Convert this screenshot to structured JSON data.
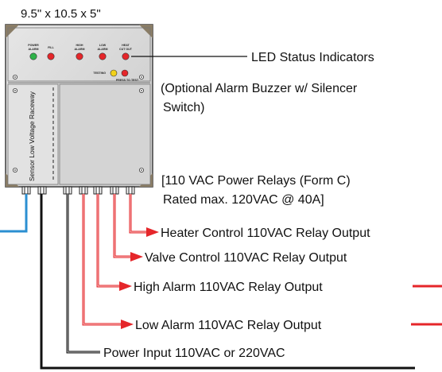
{
  "dimensions_label": "9.5\" x 10.5 x 5\"",
  "panel": {
    "leds": [
      {
        "label1": "POWER",
        "label2": "ALARM",
        "color": "#2fb34a"
      },
      {
        "label1": "FILL",
        "label2": "",
        "color": "#e5262a"
      },
      {
        "label1": "HIGH",
        "label2": "ALARM",
        "color": "#e5262a"
      },
      {
        "label1": "LOW",
        "label2": "ALARM",
        "color": "#e5262a"
      },
      {
        "label1": "HEAT",
        "label2": "CUT OUT",
        "color": "#e5262a"
      }
    ],
    "testing_label": "TESTING",
    "press_to_test_label": "PRESS TO TEST",
    "testing_led_color": "#f2d21b",
    "test_button_color": "#e5262a",
    "raceway_label": "Sensor Low Voltage Raceway"
  },
  "callouts": {
    "led_status": "LED Status Indicators",
    "buzzer_line1": "(Optional Alarm Buzzer w/ Silencer",
    "buzzer_line2": "Switch)",
    "relays_line1": "[110 VAC Power Relays (Form C)",
    "relays_line2": "Rated max. 120VAC @ 40A]",
    "heater_output": "Heater Control 110VAC Relay Output",
    "valve_output": "Valve Control 110VAC Relay Output",
    "high_alarm_output": "High Alarm 110VAC Relay Output",
    "low_alarm_output": "Low Alarm 110VAC Relay Output",
    "power_input": "Power Input 110VAC or 220VAC"
  },
  "colors": {
    "relay_wire": "#e5262a",
    "sensor_wire": "#2b8fd1",
    "power_wire": "#111111",
    "enclosure": "#dadada"
  }
}
